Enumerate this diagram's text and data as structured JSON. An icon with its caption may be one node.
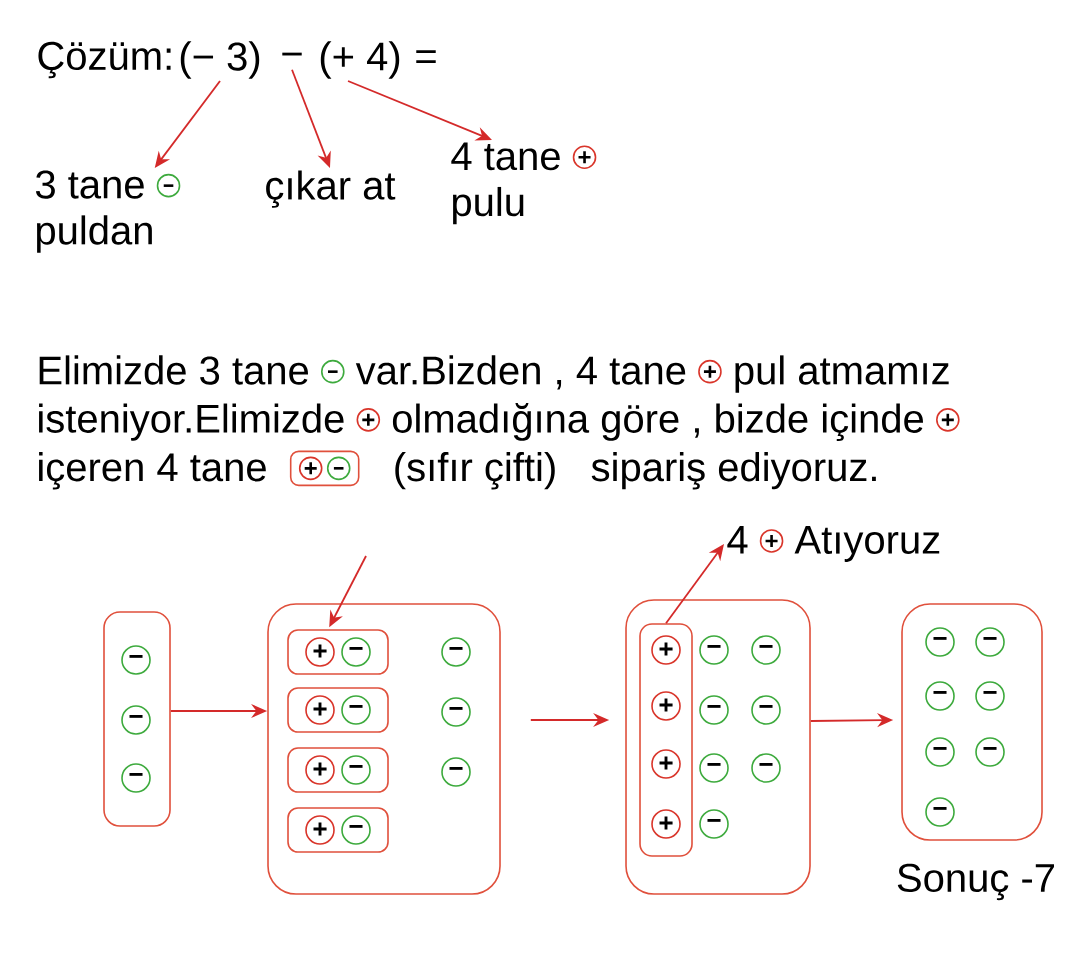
{
  "diagram": {
    "nodes": [
      {
        "text": [
          "(− 3)"
        ]
      },
      {
        "text": [
          "−"
        ]
      },
      {
        "text": [
          "(+ 4)"
        ]
      },
      {
        "text": [
          "3 tane",
          "puldan"
        ]
      },
      {
        "text": [
          "çıkar at"
        ]
      },
      {
        "text": [
          "4 tane",
          "pulu"
        ]
      },
      {
        "text": [],
        "shape": "box"
      },
      {
        "text": [
          "−"
        ],
        "in": 6
      },
      {
        "text": [
          "−"
        ],
        "in": 6
      },
      {
        "text": [
          "−"
        ],
        "in": 6
      },
      {
        "text": [],
        "shape": "box"
      },
      {
        "text": [],
        "shape": "box",
        "in": 10
      },
      {
        "text": [
          "+"
        ],
        "in": 11
      },
      {
        "text": [
          "−"
        ],
        "in": 11
      },
      {
        "text": [],
        "shape": "box",
        "in": 10
      },
      {
        "text": [
          "+"
        ],
        "in": 14
      },
      {
        "text": [
          "−"
        ],
        "in": 14
      },
      {
        "text": [],
        "shape": "box",
        "in": 10
      },
      {
        "text": [
          "+"
        ],
        "in": 17
      },
      {
        "text": [
          "−"
        ],
        "in": 17
      },
      {
        "text": [],
        "shape": "box",
        "in": 10
      },
      {
        "text": [
          "+"
        ],
        "in": 20
      },
      {
        "text": [
          "−"
        ],
        "in": 20
      },
      {
        "text": [
          "−"
        ],
        "in": 10
      },
      {
        "text": [
          "−"
        ],
        "in": 10
      },
      {
        "text": [
          "−"
        ],
        "in": 10
      },
      {
        "text": [
          "4",
          "Atıyoruz"
        ]
      },
      {
        "text": [],
        "shape": "box"
      },
      {
        "text": [],
        "shape": "box",
        "in": 27
      },
      {
        "text": [
          "+"
        ],
        "in": 28
      },
      {
        "text": [
          "+"
        ],
        "in": 28
      },
      {
        "text": [
          "+"
        ],
        "in": 28
      },
      {
        "text": [
          "+"
        ],
        "in": 28
      },
      {
        "text": [
          "−"
        ],
        "in": 27
      },
      {
        "text": [
          "−"
        ],
        "in": 27
      },
      {
        "text": [
          "−"
        ],
        "in": 27
      },
      {
        "text": [
          "−"
        ],
        "in": 27
      },
      {
        "text": [
          "−"
        ],
        "in": 27
      },
      {
        "text": [
          "−"
        ],
        "in": 27
      },
      {
        "text": [
          "−"
        ],
        "in": 27
      },
      {
        "text": [],
        "shape": "box",
        "beside": [
          "Sonuç -7"
        ]
      },
      {
        "text": [
          "−"
        ],
        "in": 40
      },
      {
        "text": [
          "−"
        ],
        "in": 40
      },
      {
        "text": [
          "−"
        ],
        "in": 40
      },
      {
        "text": [
          "−"
        ],
        "in": 40
      },
      {
        "text": [
          "−"
        ],
        "in": 40
      },
      {
        "text": [
          "−"
        ],
        "in": 40
      },
      {
        "text": [
          "−"
        ],
        "in": 40
      }
    ],
    "edges": [
      {
        "from": 0,
        "to": 3,
        "arrow": "to"
      },
      {
        "from": 1,
        "to": 4,
        "arrow": "to"
      },
      {
        "from": 2,
        "to": 5,
        "arrow": "to"
      },
      {
        "from": 6,
        "to": 10,
        "arrow": "to"
      },
      {
        "from": 10,
        "to": 27,
        "arrow": "to"
      },
      {
        "from": 27,
        "to": 40,
        "arrow": "to"
      },
      {
        "from": 28,
        "to": 26,
        "arrow": "to"
      },
      {
        "from": null,
        "to": 11,
        "arrow": "to"
      }
    ],
    "labels": [
      "Çözüm:",
      "=",
      "Elimizde 3 tane",
      "var.Bizden , 4 tane",
      "pul atmamız",
      "isteniyor.Elimizde",
      "olmadığına göre , bizde içinde",
      "içeren 4 tane",
      "(sıfır çifti)",
      "sipariş ediyoruz."
    ]
  }
}
